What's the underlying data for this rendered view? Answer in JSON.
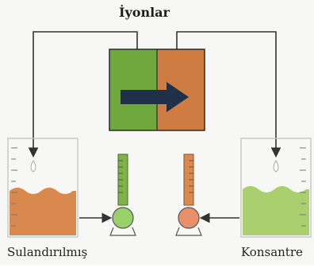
{
  "diagram": {
    "title": "İyonlar",
    "left_label": "Sulandırılmış",
    "right_label": "Konsantre"
  },
  "colors": {
    "green_chamber": "#6fa83c",
    "orange_chamber": "#cf7c43",
    "arrow": "#1f3048",
    "orange_liquid": "#d9894e",
    "green_liquid": "#a9cf6e",
    "line": "#3a3a3a"
  }
}
